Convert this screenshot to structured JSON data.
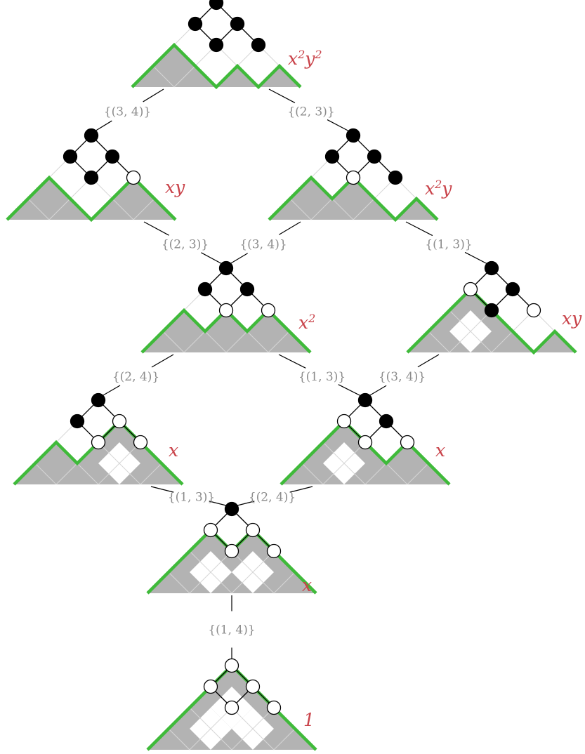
{
  "diagram": {
    "nodes": [
      {
        "id": "n0",
        "weight": "1",
        "filled": [
          false,
          false,
          false,
          false,
          false
        ],
        "path": "outer"
      },
      {
        "id": "n1",
        "weight": "x",
        "filled": [
          true,
          false,
          false,
          false,
          false
        ],
        "path": "notch-center"
      },
      {
        "id": "n2",
        "weight": "x",
        "filled": [
          true,
          true,
          false,
          false,
          false
        ],
        "path": "left-notch"
      },
      {
        "id": "n3",
        "weight": "x",
        "filled": [
          true,
          false,
          true,
          false,
          false
        ],
        "path": "right-notch"
      },
      {
        "id": "n4",
        "weight": "x²",
        "filled": [
          true,
          true,
          true,
          false,
          false
        ],
        "path": "double-notch"
      },
      {
        "id": "n5",
        "weight": "xy",
        "filled": [
          true,
          false,
          true,
          true,
          false
        ],
        "path": "right-deep"
      },
      {
        "id": "n6",
        "weight": "xy",
        "filled": [
          true,
          true,
          true,
          true,
          false
        ],
        "path": "left-deep"
      },
      {
        "id": "n7",
        "weight": "x²y",
        "filled": [
          true,
          true,
          true,
          false,
          true
        ],
        "path": "mixed"
      },
      {
        "id": "n8",
        "weight": "x²y²",
        "filled": [
          true,
          true,
          true,
          true,
          true
        ],
        "path": "full"
      }
    ],
    "edges": [
      {
        "from": "n8",
        "to": "n6",
        "label": "{(3, 4)}"
      },
      {
        "from": "n8",
        "to": "n7",
        "label": "{(2, 3)}"
      },
      {
        "from": "n6",
        "to": "n4",
        "label": "{(2, 3)}"
      },
      {
        "from": "n7",
        "to": "n4",
        "label": "{(3, 4)}"
      },
      {
        "from": "n7",
        "to": "n5",
        "label": "{(1, 3)}"
      },
      {
        "from": "n4",
        "to": "n2",
        "label": "{(2, 4)}"
      },
      {
        "from": "n4",
        "to": "n3",
        "label": "{(1, 3)}"
      },
      {
        "from": "n5",
        "to": "n3",
        "label": "{(3, 4)}"
      },
      {
        "from": "n2",
        "to": "n1",
        "label": "{(1, 3)}"
      },
      {
        "from": "n3",
        "to": "n1",
        "label": "{(2, 4)}"
      },
      {
        "from": "n1",
        "to": "n0",
        "label": "{(1, 4)}"
      }
    ],
    "colors": {
      "path": "#3fba3a",
      "weight": "#c9434a",
      "edge_label": "#8c8c8c",
      "shade": "#b3b3b3",
      "grid": "#d6d6d6"
    }
  }
}
